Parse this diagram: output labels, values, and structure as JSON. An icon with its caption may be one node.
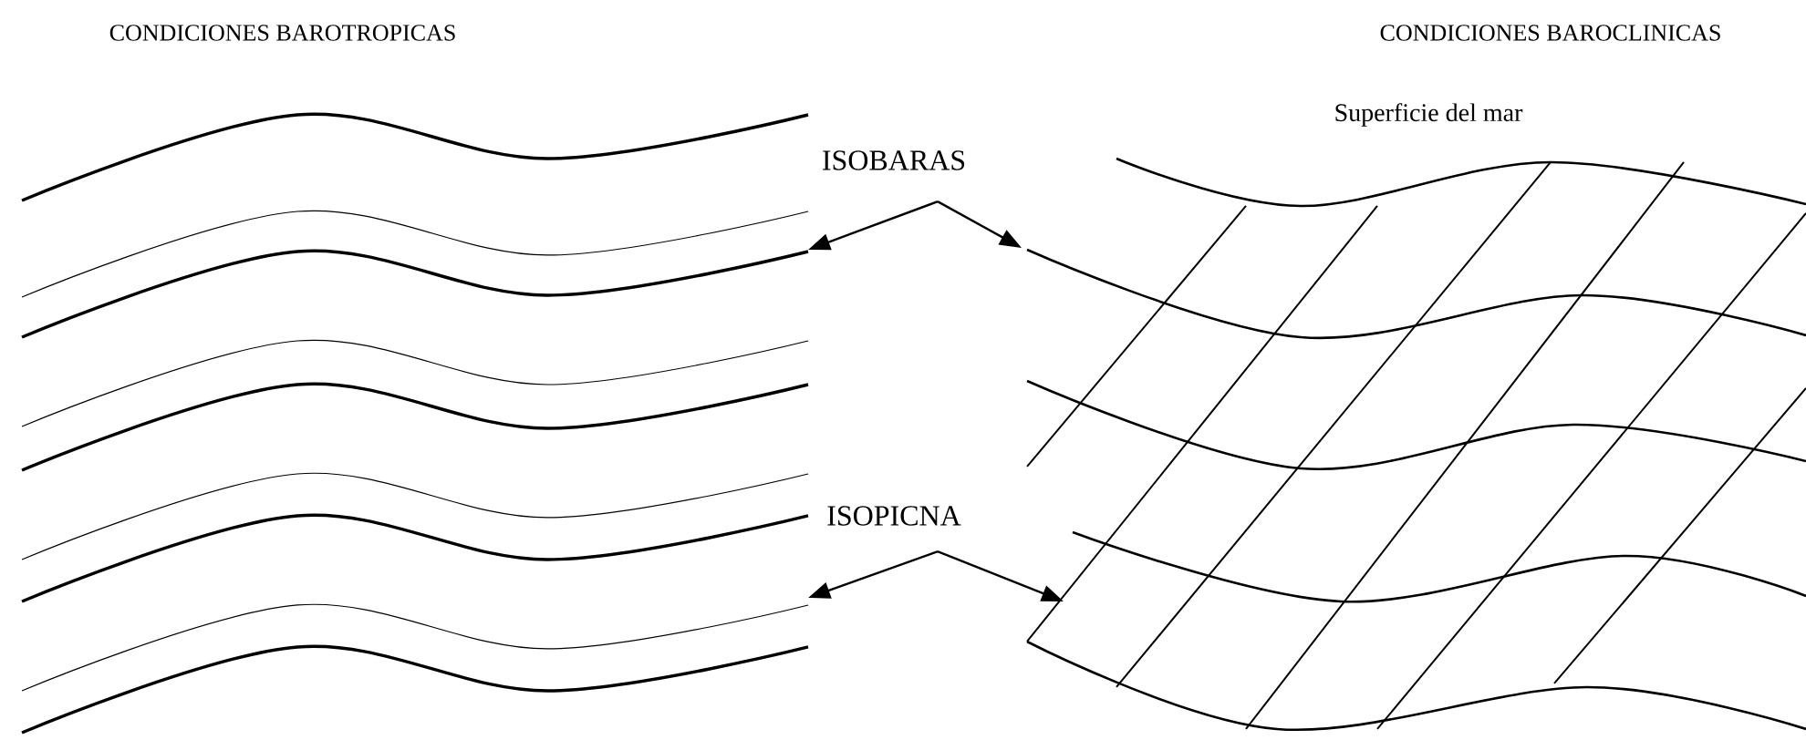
{
  "diagram": {
    "nodes": [
      {
        "text": [
          "ISOBARAS"
        ]
      },
      {
        "text": [
          "ISOPICNA"
        ]
      }
    ],
    "edges": [
      {
        "from": 0,
        "to": null,
        "arrow": "to"
      },
      {
        "from": 0,
        "to": null,
        "arrow": "to"
      },
      {
        "from": 1,
        "to": null,
        "arrow": "to"
      },
      {
        "from": 1,
        "to": null,
        "arrow": "to"
      }
    ],
    "labels": [
      "CONDICIONES BAROTROPICAS",
      "CONDICIONES BAROCLINICAS",
      "Superficie del mar"
    ]
  }
}
